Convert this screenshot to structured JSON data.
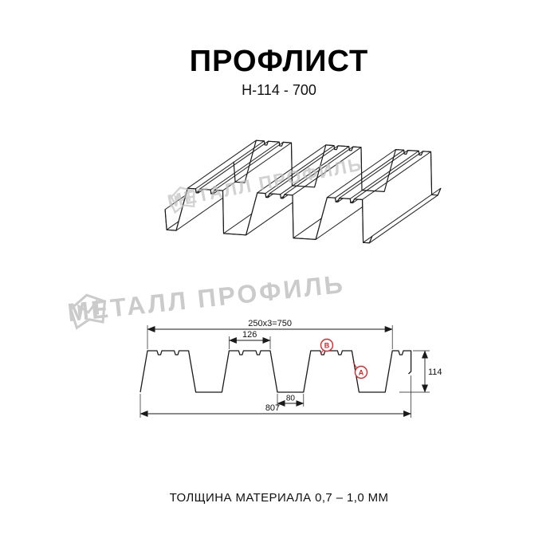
{
  "page": {
    "title": "ПРОФЛИСТ",
    "subtitle": "Н-114 - 700",
    "footer": "ТОЛЩИНА МАТЕРИАЛА 0,7 – 1,0 ММ"
  },
  "watermark": {
    "text": "МЕТАЛЛ ПРОФИЛЬ"
  },
  "dimensions": {
    "top_span": "250x3=750",
    "flange_width": "126",
    "profile_height": "114",
    "total_width": "807",
    "valley_width": "80"
  },
  "markers": {
    "a": "А",
    "b": "В"
  },
  "colors": {
    "accent_red": "#e5232a",
    "line": "#1a1a1a",
    "watermark_gray": "#bfbfbf"
  }
}
